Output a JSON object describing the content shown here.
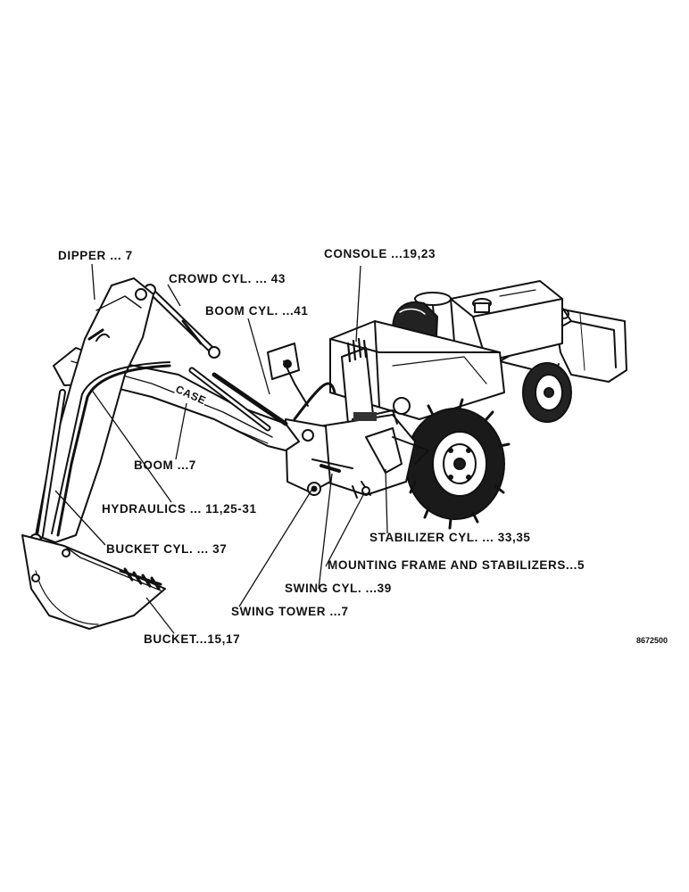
{
  "labels": {
    "dipper": "DIPPER ... 7",
    "crowd_cyl": "CROWD CYL. ... 43",
    "console": "CONSOLE ...19,23",
    "boom_cyl": "BOOM CYL. ...41",
    "boom": "BOOM ...7",
    "hydraulics": "HYDRAULICS ... 11,25-31",
    "bucket_cyl": "BUCKET CYL. ... 37",
    "stabilizer_cyl": "STABILIZER CYL. ... 33,35",
    "mounting_frame": "MOUNTING FRAME AND STABILIZERS...5",
    "swing_cyl": "SWING CYL. ...39",
    "swing_tower": "SWING TOWER ...7",
    "bucket": "BUCKET...15,17"
  },
  "boom_decal": "CASE",
  "drawing_code": "8672500"
}
